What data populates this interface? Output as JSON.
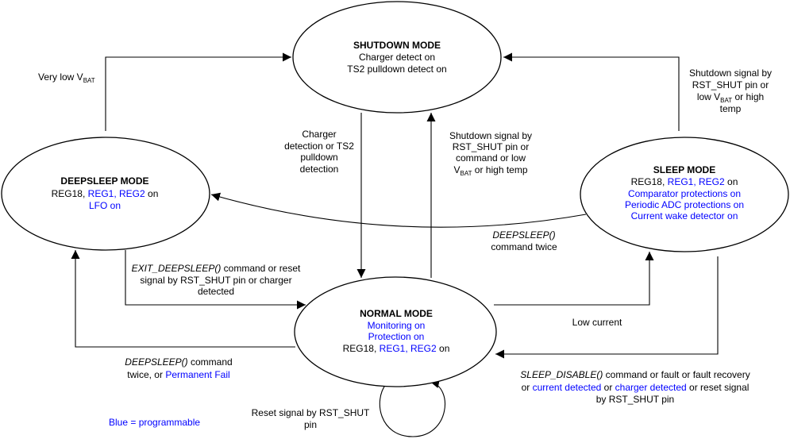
{
  "colors": {
    "programmable": "#0000ff",
    "text": "#000000"
  },
  "states": {
    "shutdown": {
      "title": "SHUTDOWN MODE",
      "line1": "Charger detect on",
      "line2": "TS2 pulldown detect on"
    },
    "deepsleep": {
      "title": "DEEPSLEEP MODE",
      "reg18": "REG18, ",
      "regs": "REG1, REG2",
      "on": " on",
      "lfo": "LFO on"
    },
    "sleep": {
      "title": "SLEEP MODE",
      "reg18": "REG18, ",
      "regs": "REG1, REG2",
      "on": " on",
      "line2": "Comparator protections on",
      "line3": "Periodic ADC protections on",
      "line4": "Current wake detector on"
    },
    "normal": {
      "title": "NORMAL MODE",
      "line1": "Monitoring on",
      "line2": "Protection on",
      "reg18": "REG18, ",
      "regs": "REG1, REG2",
      "on": " on"
    }
  },
  "transitions": {
    "very_low": {
      "prefix": "Very low V",
      "sub": "BAT"
    },
    "charger_detection": [
      "Charger",
      "detection or TS2",
      "pulldown",
      "detection"
    ],
    "shutdown_signal_center": {
      "line1": "Shutdown signal by",
      "line2": "RST_SHUT pin or",
      "line3": "command or low",
      "line4_prefix": "V",
      "line4_sub": "BAT",
      "line4_suffix": " or high temp"
    },
    "shutdown_signal_right": {
      "line1": "Shutdown signal by",
      "line2": "RST_SHUT pin or",
      "line3_prefix": "low V",
      "line3_sub": "BAT",
      "line3_suffix": "  or high",
      "line4": "temp"
    },
    "deepsleep_from_sleep": {
      "line1": "DEEPSLEEP()",
      "line2": "command twice"
    },
    "exit_deepsleep": {
      "fn": "EXIT_DEEPSLEEP()",
      "line1_rest": " command or reset",
      "line2": "signal by RST_SHUT pin or charger",
      "line3": "detected"
    },
    "deepsleep_from_normal": {
      "fn": "DEEPSLEEP()",
      "line1_rest": " command",
      "line2_prefix": "twice, or ",
      "line2_blue": "Permanent Fail"
    },
    "low_current": "Low current",
    "sleep_disable": {
      "fn": "SLEEP_DISABLE()",
      "line1_rest": " command or fault or fault recovery",
      "line2_a": "or ",
      "line2_b": "current detected",
      "line2_c": " or ",
      "line2_d": "charger detected",
      "line2_e": " or reset signal",
      "line3": "by RST_SHUT pin"
    },
    "reset_self": {
      "line1": "Reset signal by RST_SHUT",
      "line2": "pin"
    }
  },
  "legend": "Blue = programmable"
}
